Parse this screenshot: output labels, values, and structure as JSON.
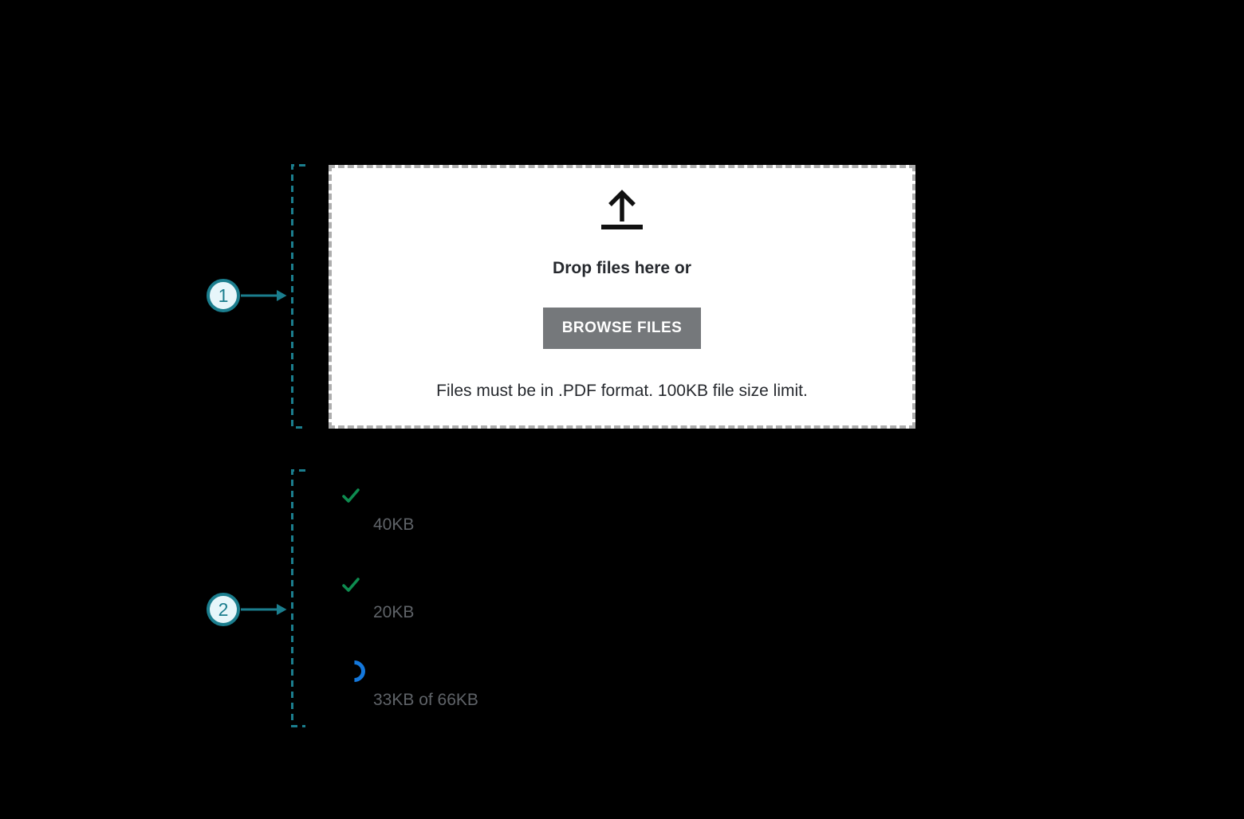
{
  "colors": {
    "teal": "#1b7e8e",
    "teal-fill": "#e7f6fa",
    "green": "#0e8c50",
    "blue": "#1478dc",
    "button-gray": "#75787b",
    "text-dark": "#26292e",
    "text-gray": "#5f6368",
    "border-gray": "#adadad"
  },
  "callouts": [
    {
      "number": "1",
      "target": "file-dropzone"
    },
    {
      "number": "2",
      "target": "upload-status-list"
    }
  ],
  "dropzone": {
    "icon": "upload-arrow-icon",
    "title": "Drop files here or",
    "browse_button": "BROWSE FILES",
    "hint": "Files must be in .PDF format. 100KB file size limit."
  },
  "uploads": [
    {
      "status": "complete",
      "icon": "check-icon",
      "size_label": "40KB"
    },
    {
      "status": "complete",
      "icon": "check-icon",
      "size_label": "20KB"
    },
    {
      "status": "in-progress",
      "icon": "spinner-icon",
      "size_label": "33KB of 66KB"
    }
  ]
}
